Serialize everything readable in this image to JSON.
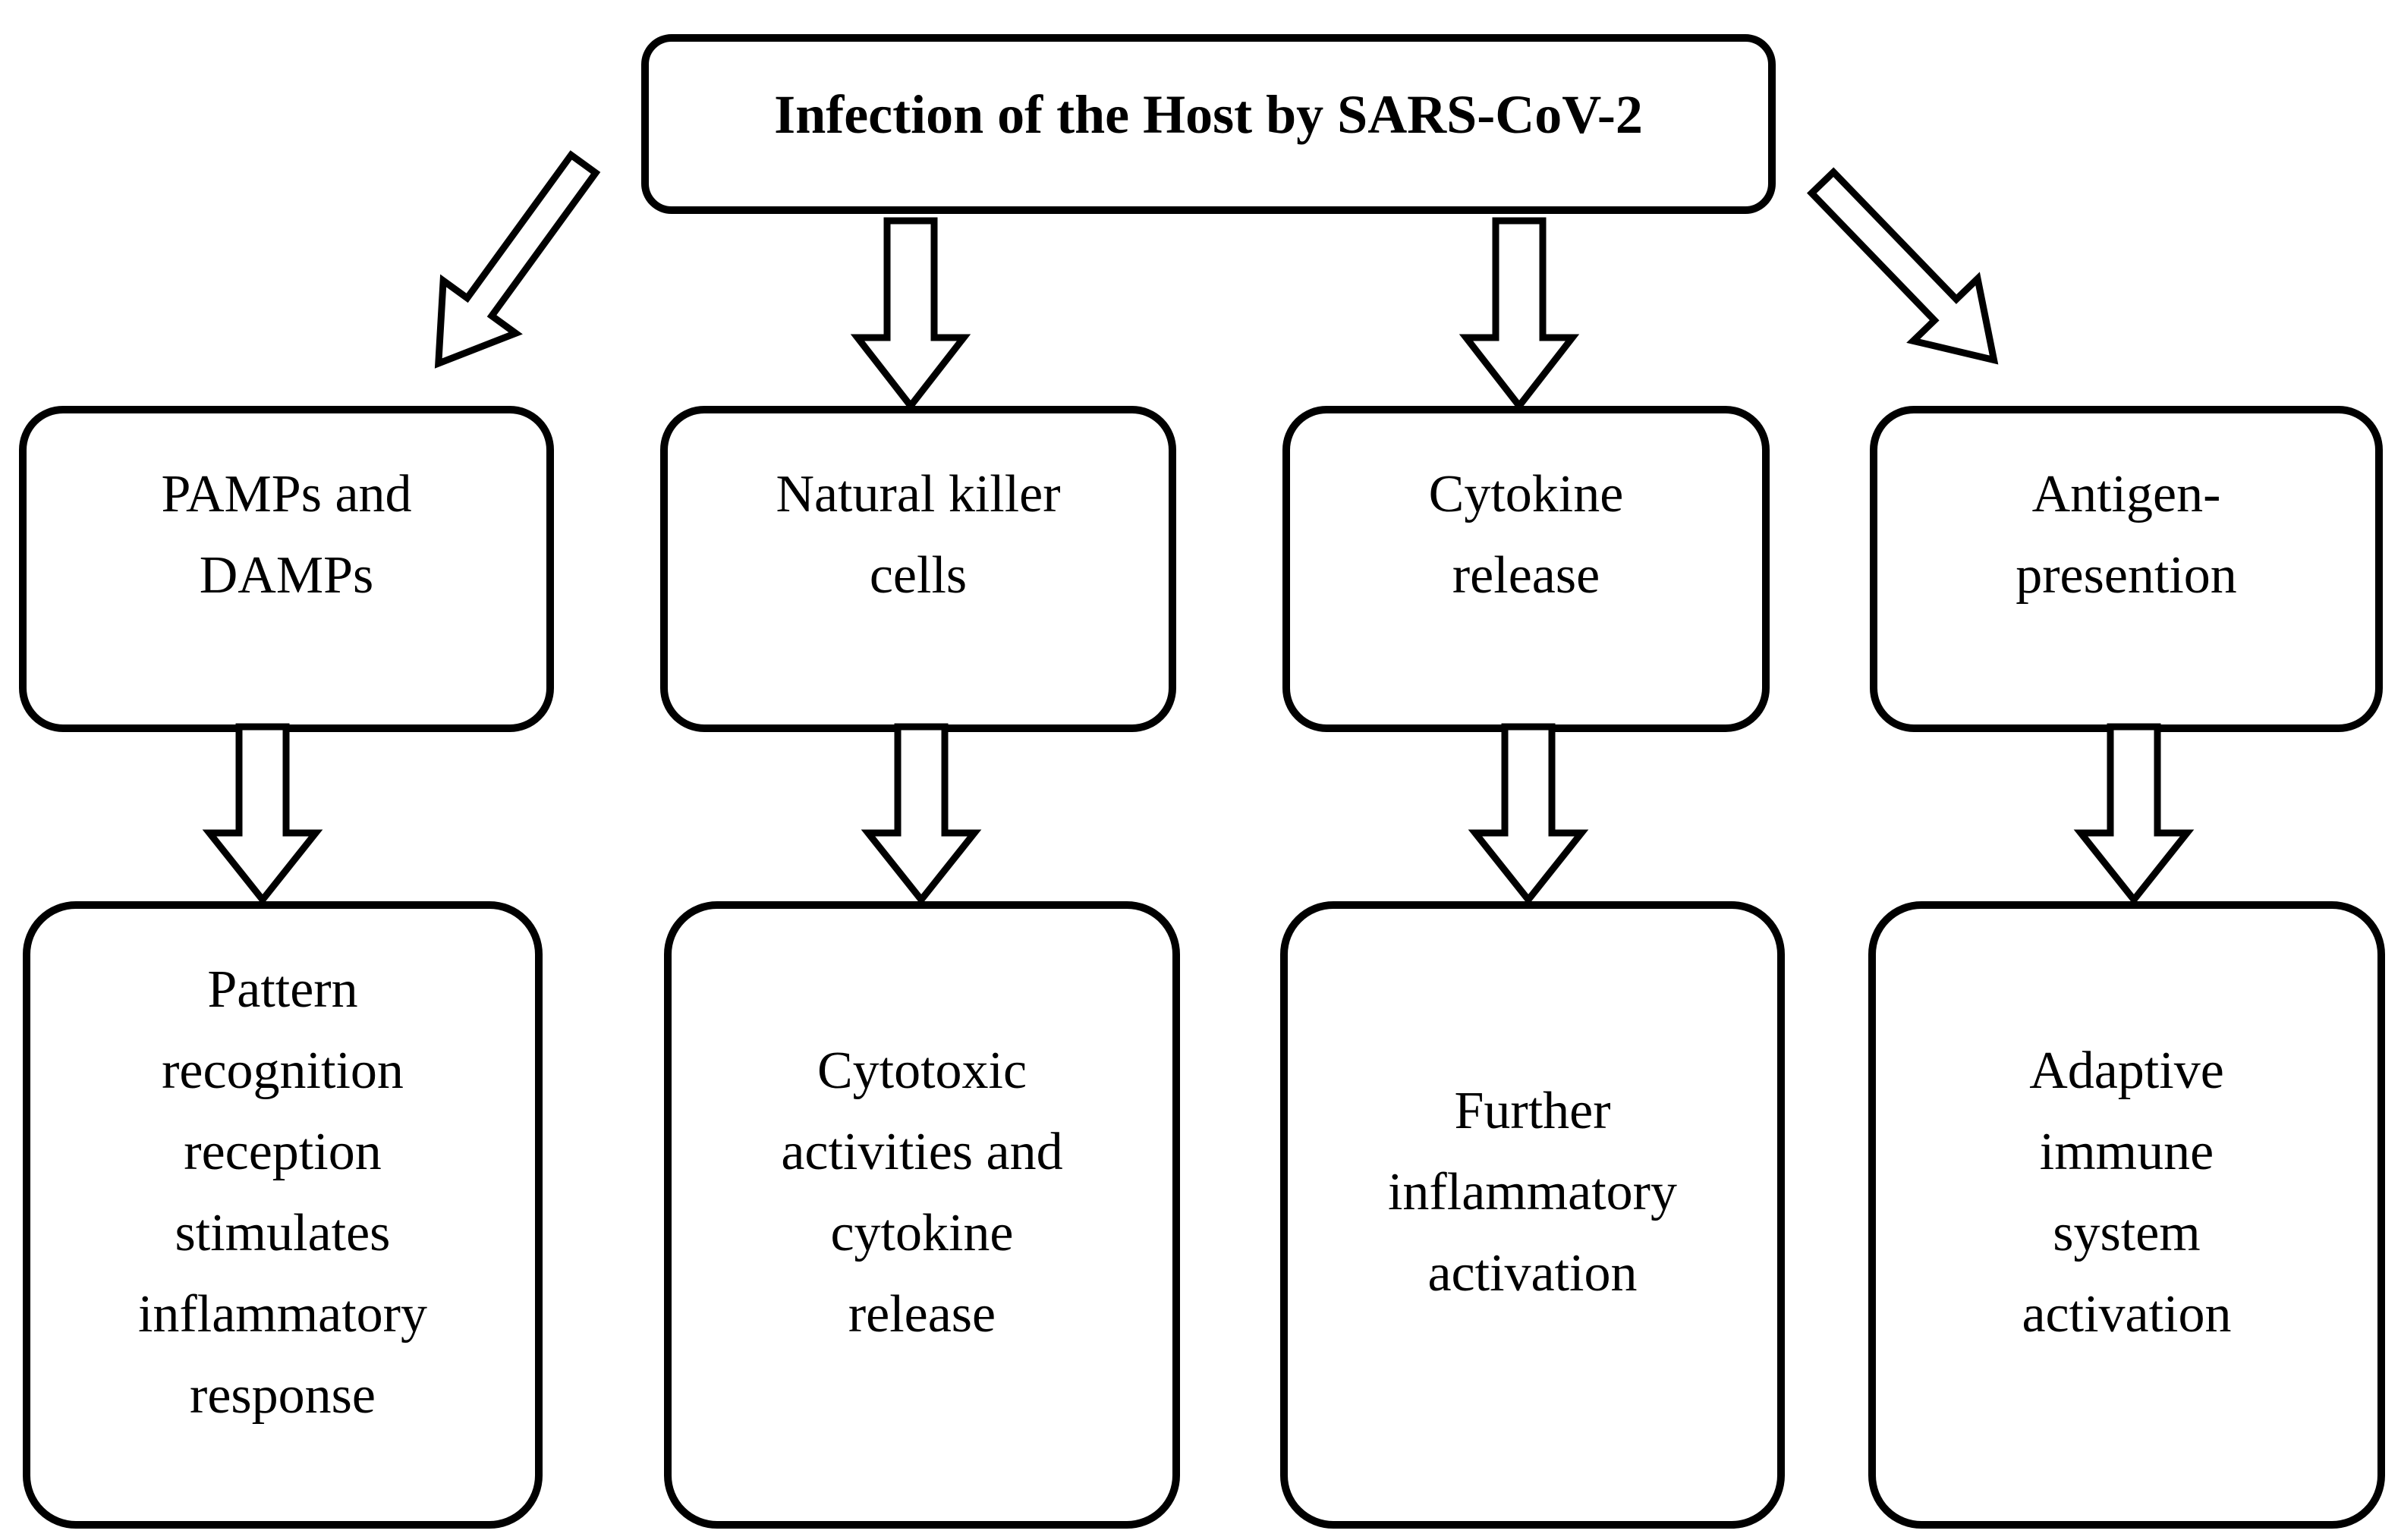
{
  "diagram": {
    "title": "Infection of the Host by SARS-CoV-2",
    "colors": {
      "background": "#ffffff",
      "box_fill": "#ffffff",
      "box_border": "#000000",
      "text": "#000000"
    },
    "columns": [
      {
        "mid_lines": [
          "PAMPs and",
          "DAMPs"
        ],
        "bottom_lines": [
          "Pattern",
          "recognition",
          "reception",
          "stimulates",
          "inflammatory",
          "response"
        ]
      },
      {
        "mid_lines": [
          "Natural killer",
          "cells"
        ],
        "bottom_lines": [
          "Cytotoxic",
          "activities and",
          "cytokine",
          "release"
        ]
      },
      {
        "mid_lines": [
          "Cytokine",
          "release"
        ],
        "bottom_lines": [
          "Further",
          "inflammatory",
          "activation"
        ]
      },
      {
        "mid_lines": [
          "Antigen-",
          "presention"
        ],
        "bottom_lines": [
          "Adaptive",
          "immune",
          "system",
          "activation"
        ]
      }
    ]
  }
}
